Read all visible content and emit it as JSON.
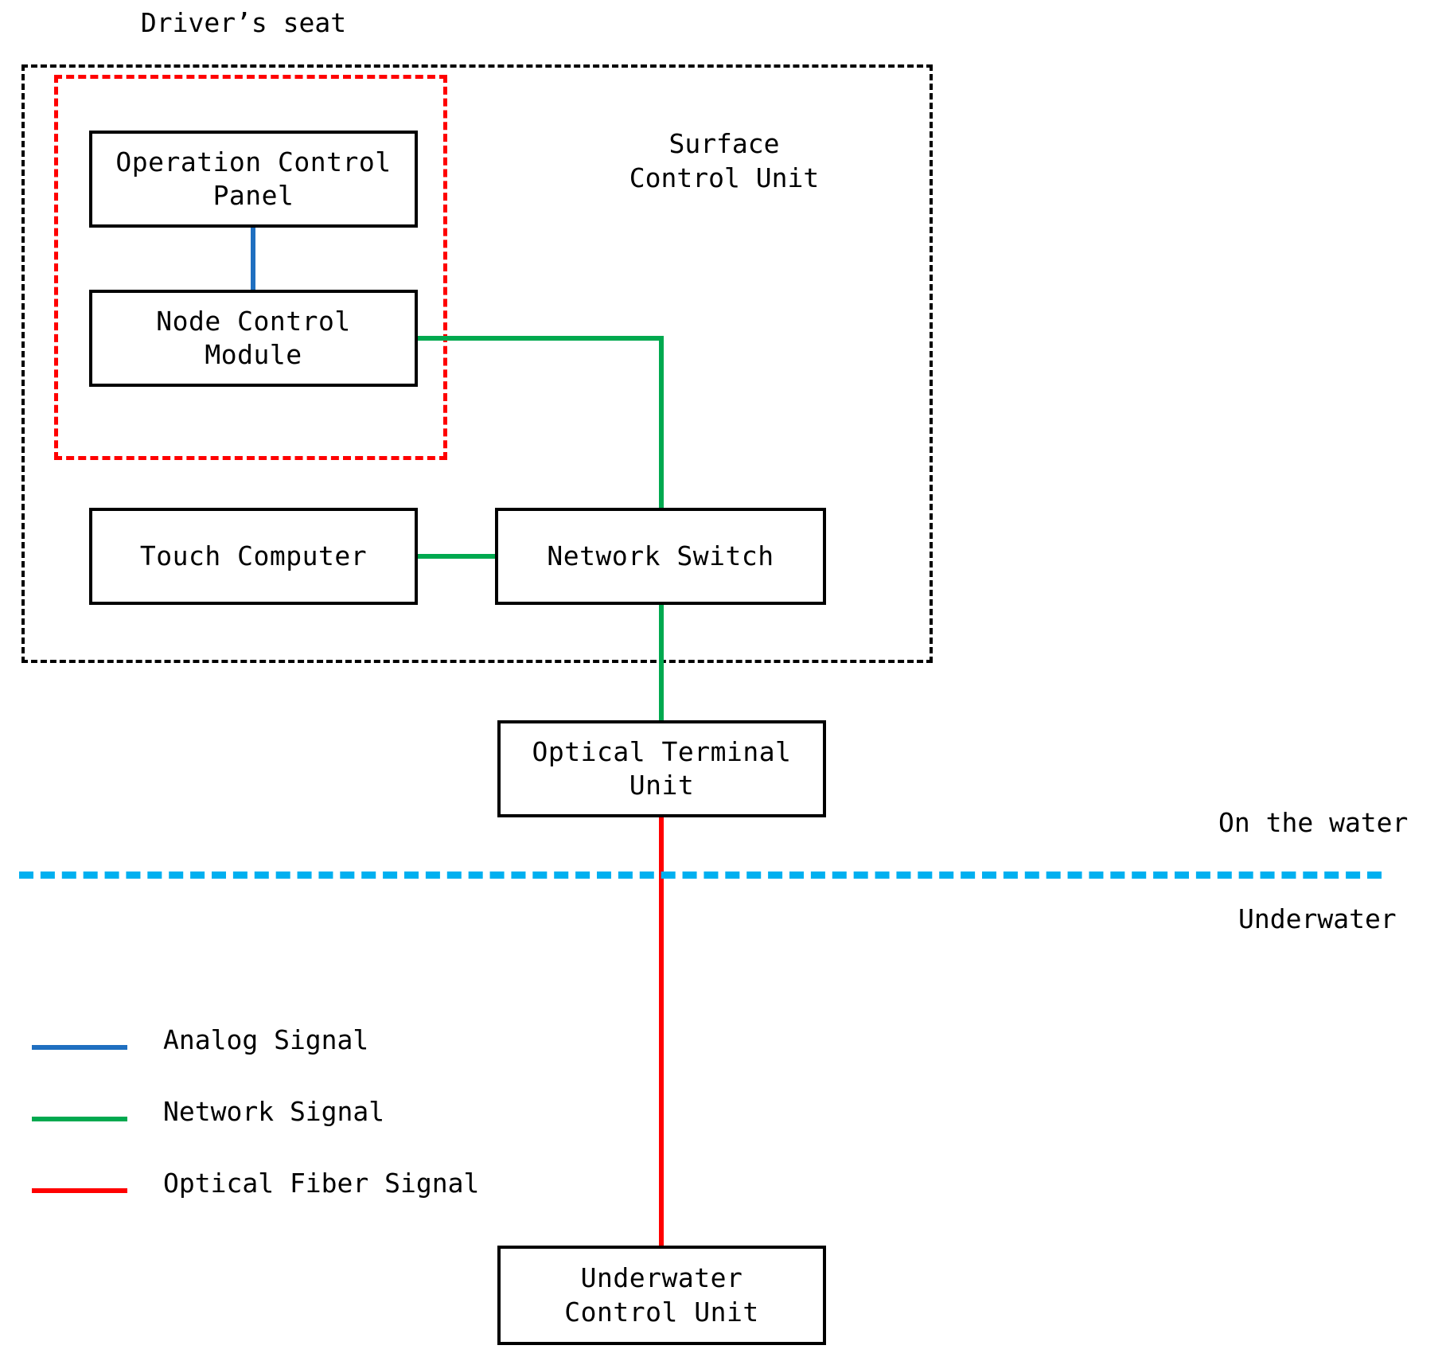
{
  "diagram": {
    "title_label": "Driver’s seat",
    "groups": [
      {
        "id": "surface-control-unit",
        "label": "Surface\nControl Unit",
        "style": "black-dashed"
      },
      {
        "id": "drivers-seat",
        "label": "Driver’s seat",
        "style": "red-dashed"
      }
    ],
    "nodes": [
      {
        "id": "operation-control-panel",
        "label": "Operation Control\nPanel"
      },
      {
        "id": "node-control-module",
        "label": "Node Control\nModule"
      },
      {
        "id": "touch-computer",
        "label": "Touch Computer"
      },
      {
        "id": "network-switch",
        "label": "Network Switch"
      },
      {
        "id": "optical-terminal-unit",
        "label": "Optical Terminal\nUnit"
      },
      {
        "id": "underwater-control-unit",
        "label": "Underwater\nControl Unit"
      }
    ],
    "zone_labels": {
      "above_water": "On the water",
      "below_water": "Underwater"
    },
    "connections": [
      {
        "from": "operation-control-panel",
        "to": "node-control-module",
        "signal": "analog"
      },
      {
        "from": "node-control-module",
        "to": "network-switch",
        "signal": "network"
      },
      {
        "from": "touch-computer",
        "to": "network-switch",
        "signal": "network"
      },
      {
        "from": "network-switch",
        "to": "optical-terminal-unit",
        "signal": "network"
      },
      {
        "from": "optical-terminal-unit",
        "to": "underwater-control-unit",
        "signal": "optical-fiber"
      }
    ],
    "legend": {
      "items": [
        {
          "id": "analog",
          "label": "Analog Signal",
          "color": "#1f6fc0"
        },
        {
          "id": "network",
          "label": "Network Signal",
          "color": "#00a94f"
        },
        {
          "id": "optical-fiber",
          "label": "Optical Fiber Signal",
          "color": "#ff0000"
        }
      ]
    },
    "colors": {
      "analog_signal": "#1f6fc0",
      "network_signal": "#00a94f",
      "optical_fiber_signal": "#ff0000",
      "waterline": "#00b0f0",
      "group_outer": "#000000",
      "group_inner": "#ff0000",
      "box_outline": "#000000",
      "background": "#ffffff"
    }
  }
}
